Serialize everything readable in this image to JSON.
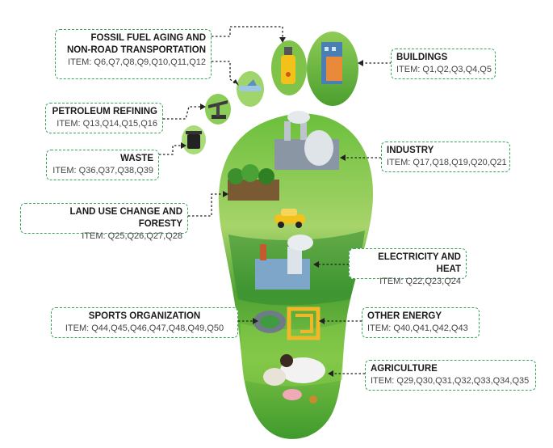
{
  "labels": {
    "fossil": {
      "title_line1": "FOSSIL FUEL AGING AND",
      "title_line2": "NON-ROAD TRANSPORTATION",
      "items": "ITEM: Q6,Q7,Q8,Q9,Q10,Q11,Q12"
    },
    "buildings": {
      "title": "BUILDINGS",
      "items": "ITEM: Q1,Q2,Q3,Q4,Q5"
    },
    "petroleum": {
      "title": "PETROLEUM REFINING",
      "items": "ITEM: Q13,Q14,Q15,Q16"
    },
    "waste": {
      "title": "WASTE",
      "items": "ITEM: Q36,Q37,Q38,Q39"
    },
    "industry": {
      "title": "INDUSTRY",
      "items": "ITEM: Q17,Q18,Q19,Q20,Q21"
    },
    "landuse": {
      "title": "LAND USE CHANGE  AND FORESTY",
      "items": "ITEM: Q25,Q26,Q27,Q28"
    },
    "electricity": {
      "title": "ELECTRICITY AND HEAT",
      "items": "ITEM: Q22,Q23,Q24"
    },
    "sports": {
      "title": "SPORTS ORGANIZATION",
      "items": "ITEM: Q44,Q45,Q46,Q47,Q48,Q49,Q50"
    },
    "otherenergy": {
      "title": "OTHER ENERGY",
      "items": "ITEM: Q40,Q41,Q42,Q43"
    },
    "agriculture": {
      "title": "AGRICULTURE",
      "items": "ITEM: Q29,Q30,Q31,Q32,Q33,Q34,Q35"
    }
  },
  "colors": {
    "box_border": "#3aa35b",
    "foot_dark": "#2f8a2f",
    "foot_mid": "#5fb33a",
    "foot_light": "#a9d46a"
  }
}
